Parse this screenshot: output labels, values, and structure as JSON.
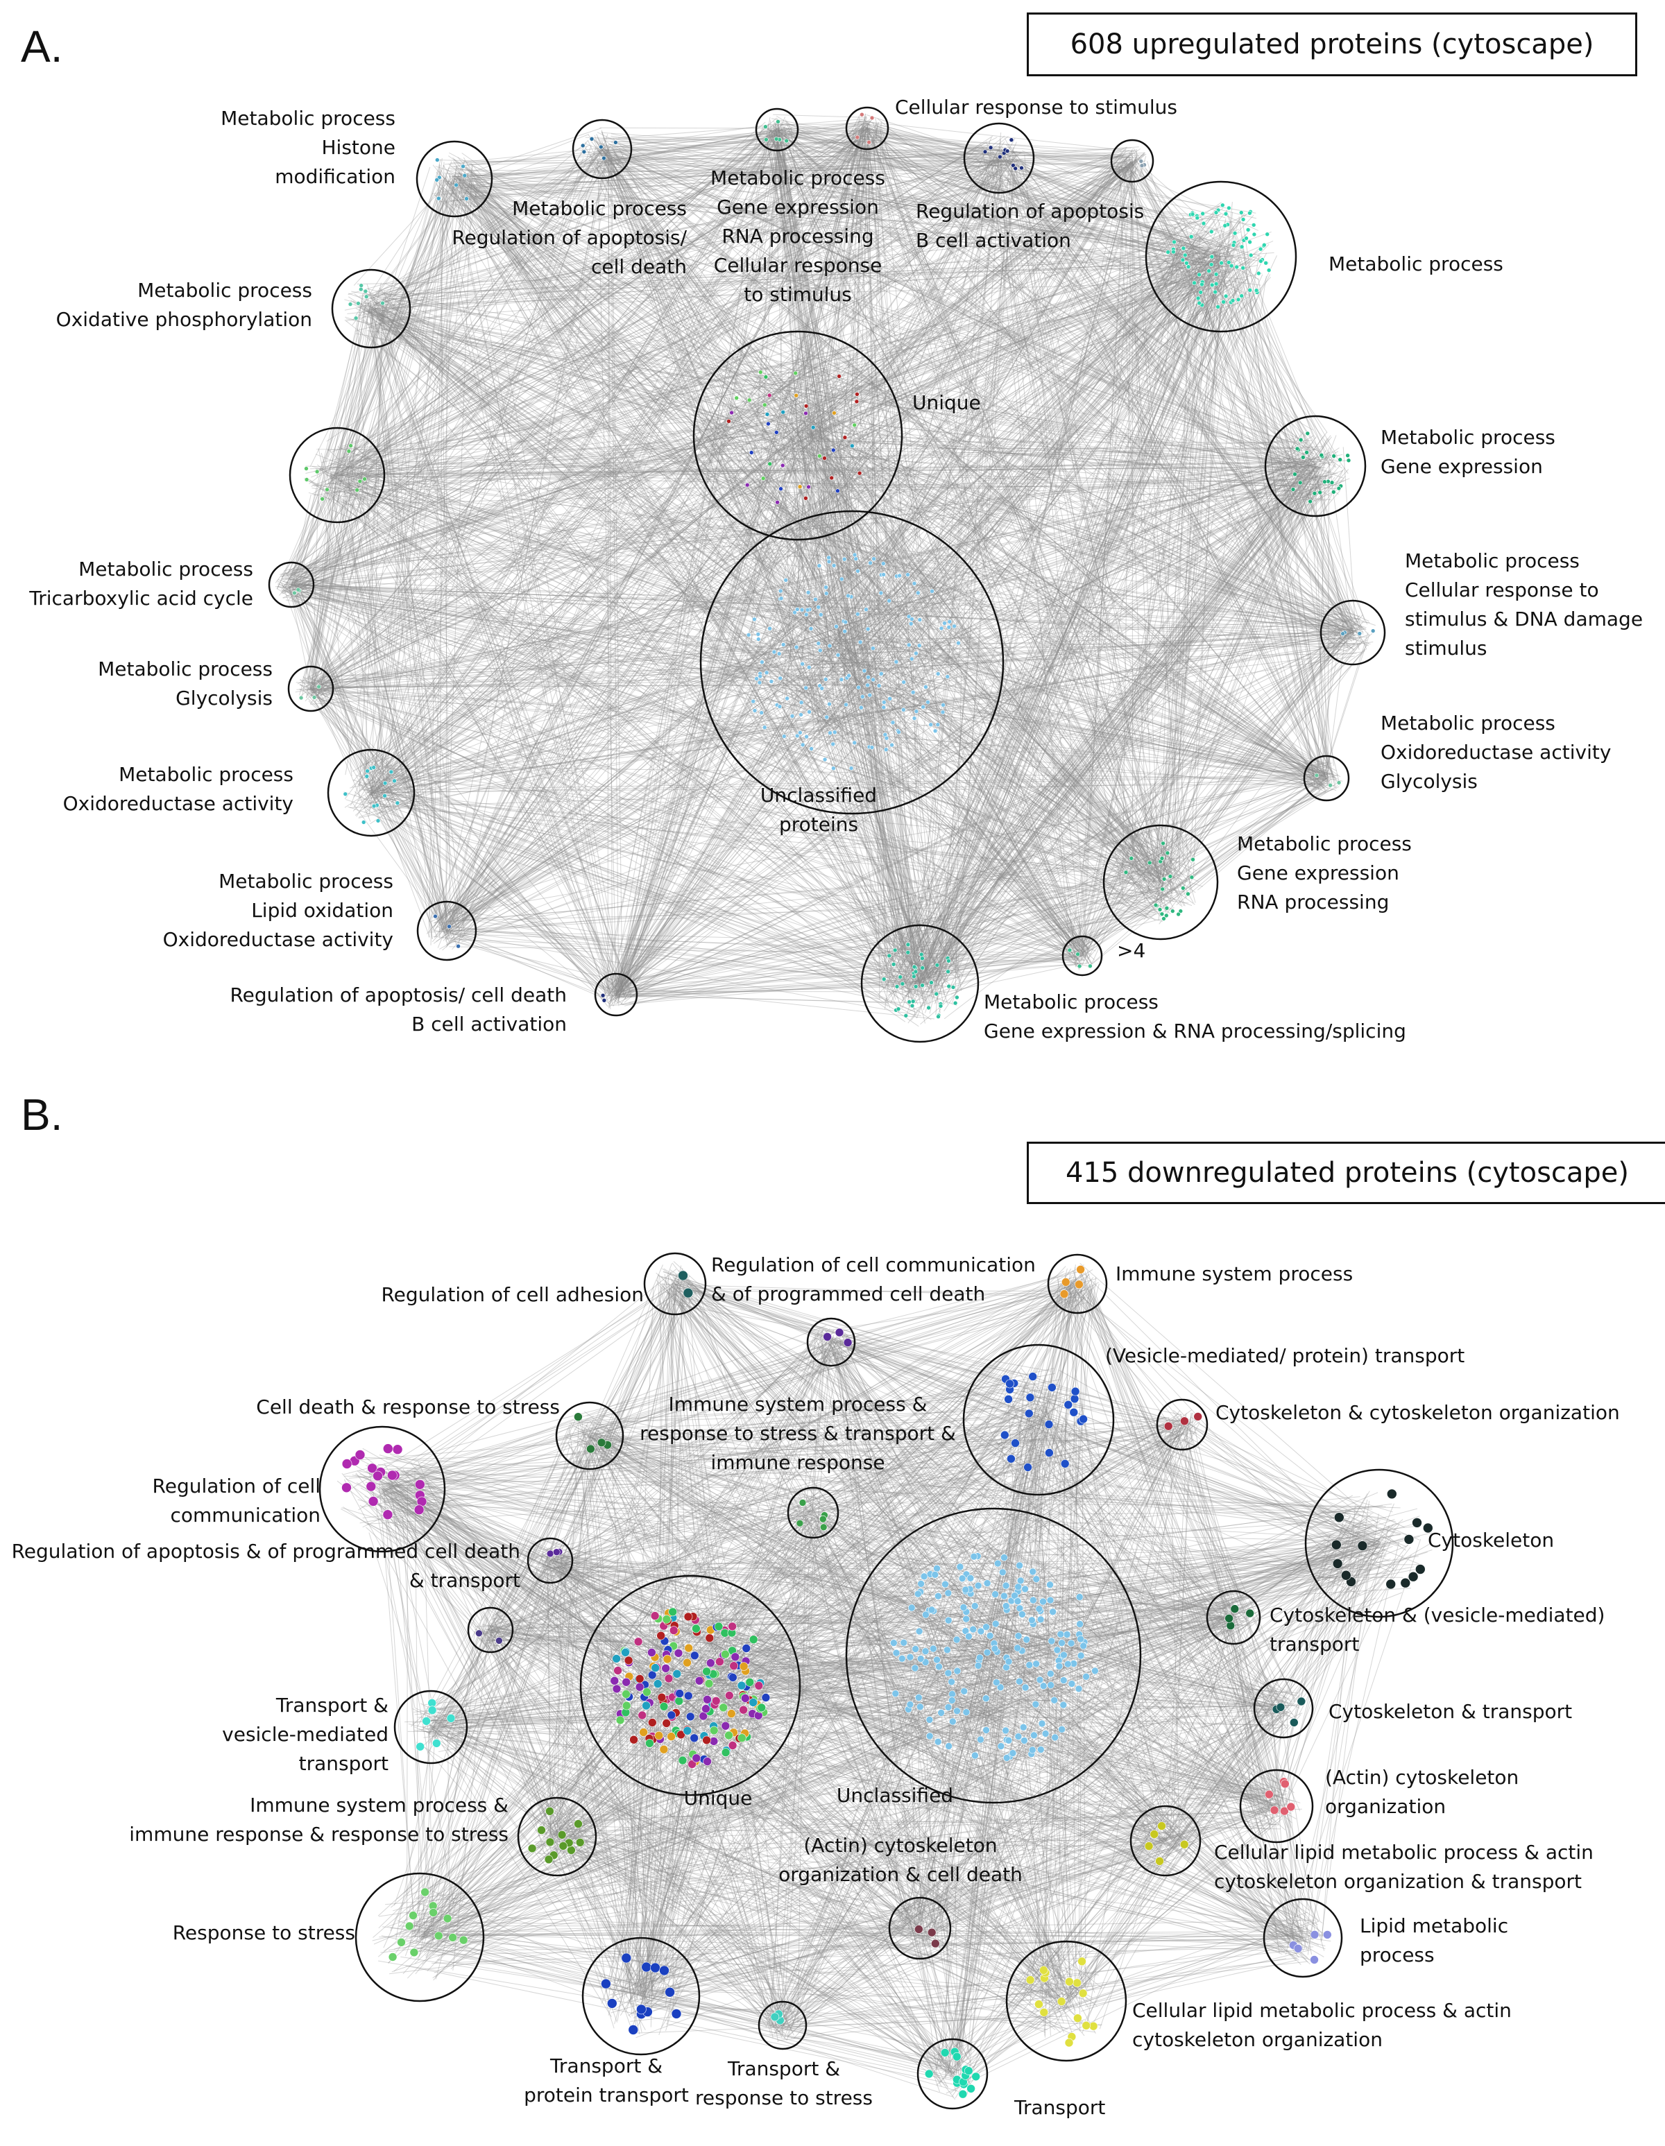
{
  "panels": [
    {
      "letter": "A.",
      "title": "608 upregulated proteins (cytoscape)",
      "clusters": [
        {
          "id": "metabolic-histone",
          "node_color": "#4aa8c9",
          "label": [
            "Metabolic process",
            "Histone",
            "modification"
          ]
        },
        {
          "id": "metabolic-apoptosis",
          "node_color": "#2c6f9e",
          "label": [
            "Metabolic process",
            "Regulation of apoptosis/",
            "cell death"
          ]
        },
        {
          "id": "metabolic-gene-rna",
          "node_color": "#3fbf8f",
          "label": [
            "Metabolic process",
            "Gene expression",
            "RNA processing",
            "Cellular response",
            "to stimulus"
          ]
        },
        {
          "id": "cellular-response",
          "node_color": "#d47a7a",
          "label": [
            "Cellular response to stimulus"
          ]
        },
        {
          "id": "apoptosis-bcell-top",
          "node_color": "#1f2f7a",
          "label": [
            "Regulation of apoptosis",
            "B cell activation"
          ]
        },
        {
          "id": "small-top-right",
          "node_color": "#8aa0b0",
          "label": []
        },
        {
          "id": "metabolic-large",
          "node_color": "#2fd6b0",
          "label": [
            "Metabolic process"
          ]
        },
        {
          "id": "metabolic-oxphos",
          "node_color": "#57c7a7",
          "label": [
            "Metabolic process",
            "Oxidative phosphorylation"
          ]
        },
        {
          "id": "unique",
          "node_color": "#3a6fb0",
          "label": [
            "Unique"
          ]
        },
        {
          "id": "metabolic-gene-right",
          "node_color": "#20b07a",
          "label": [
            "Metabolic process",
            "Gene expression"
          ]
        },
        {
          "id": "unlabeled-left",
          "node_color": "#5ec86a",
          "label": []
        },
        {
          "id": "metabolic-tca",
          "node_color": "#6cc6a0",
          "label": [
            "Metabolic process",
            "Tricarboxylic acid cycle"
          ]
        },
        {
          "id": "metabolic-dna",
          "node_color": "#5aa0c0",
          "label": [
            "Metabolic process",
            "Cellular response to",
            "stimulus & DNA damage",
            "stimulus"
          ]
        },
        {
          "id": "metabolic-glycolysis",
          "node_color": "#6cc6a0",
          "label": [
            "Metabolic process",
            "Glycolysis"
          ]
        },
        {
          "id": "unclassified",
          "node_color": "#7cc4ea",
          "label": [
            "Unclassified",
            "proteins"
          ]
        },
        {
          "id": "metabolic-oxido",
          "node_color": "#3fc0c8",
          "label": [
            "Metabolic process",
            "Oxidoreductase activity"
          ]
        },
        {
          "id": "metabolic-oxido-glyco",
          "node_color": "#6cc6a0",
          "label": [
            "Metabolic process",
            "Oxidoreductase activity",
            "Glycolysis"
          ]
        },
        {
          "id": "metabolic-gene-rna-right",
          "node_color": "#30b880",
          "label": [
            "Metabolic process",
            "Gene expression",
            "RNA processing"
          ]
        },
        {
          "id": "metabolic-lipid",
          "node_color": "#3a6fb0",
          "label": [
            "Metabolic process",
            "Lipid oxidation",
            "Oxidoreductase activity"
          ]
        },
        {
          "id": "gt4",
          "node_color": "#3fbf8f",
          "label": [
            ">4"
          ]
        },
        {
          "id": "apoptosis-bcell-bottom",
          "node_color": "#1f2f7a",
          "label": [
            "Regulation of apoptosis/ cell death",
            "B cell activation"
          ]
        },
        {
          "id": "metabolic-splicing",
          "node_color": "#2fc0a0",
          "label": [
            "Metabolic process",
            "Gene expression & RNA processing/splicing"
          ]
        }
      ]
    },
    {
      "letter": "B.",
      "title": "415 downregulated proteins (cytoscape)",
      "clusters": [
        {
          "id": "cell-adhesion",
          "node_color": "#1f5f5f",
          "label": [
            "Regulation of cell adhesion"
          ]
        },
        {
          "id": "cell-communication-death",
          "node_color": "#5a2a9a",
          "label": [
            "Regulation of cell communication",
            "& of programmed cell death"
          ]
        },
        {
          "id": "immune-system",
          "node_color": "#e89a2a",
          "label": [
            "Immune system process"
          ]
        },
        {
          "id": "vesicle-transport",
          "node_color": "#1f50c8",
          "label": [
            "(Vesicle-mediated/ protein) transport"
          ]
        },
        {
          "id": "cytoskeleton-org",
          "node_color": "#b03040",
          "label": [
            "Cytoskeleton & cytoskeleton organization"
          ]
        },
        {
          "id": "cell-death-stress",
          "node_color": "#2a7a3a",
          "label": [
            "Cell death & response to stress"
          ]
        },
        {
          "id": "immune-stress-transport",
          "node_color": "#3aa04a",
          "label": [
            "Immune system process &",
            "response to stress & transport &",
            "immune response"
          ]
        },
        {
          "id": "regulation-communication",
          "node_color": "#b02ab0",
          "label": [
            "Regulation of cell",
            "communication"
          ]
        },
        {
          "id": "cytoskeleton",
          "node_color": "#1a2a2a",
          "label": [
            "Cytoskeleton"
          ]
        },
        {
          "id": "apoptosis-transport",
          "node_color": "#5a2a9a",
          "label": [
            "Regulation of apoptosis & of programmed cell death",
            "& transport"
          ]
        },
        {
          "id": "small-mid-left",
          "node_color": "#4a3a8a",
          "label": []
        },
        {
          "id": "cytoskeleton-vesicle",
          "node_color": "#1a6a3a",
          "label": [
            "Cytoskeleton & (vesicle-mediated)",
            "transport"
          ]
        },
        {
          "id": "unique-b",
          "node_color": "#c03080",
          "label": [
            "Unique"
          ]
        },
        {
          "id": "unclassified-b",
          "node_color": "#7cc4ea",
          "label": [
            "Unclassified"
          ]
        },
        {
          "id": "cytoskeleton-transport",
          "node_color": "#1a5a5a",
          "label": [
            "Cytoskeleton & transport"
          ]
        },
        {
          "id": "transport-vesicle",
          "node_color": "#40e0d0",
          "label": [
            "Transport &",
            "vesicle-mediated",
            "transport"
          ]
        },
        {
          "id": "actin-cytoskeleton",
          "node_color": "#e06070",
          "label": [
            "(Actin) cytoskeleton",
            "organization"
          ]
        },
        {
          "id": "immune-response-stress",
          "node_color": "#5a9a2a",
          "label": [
            "Immune system process &",
            "immune response & response to stress"
          ]
        },
        {
          "id": "lipid-actin-transport",
          "node_color": "#c8c820",
          "label": [
            "Cellular lipid metabolic process & actin",
            "cytoskeleton organization & transport"
          ]
        },
        {
          "id": "actin-cell-death",
          "node_color": "#7a3a4a",
          "label": [
            "(Actin) cytoskeleton",
            "organization & cell death"
          ]
        },
        {
          "id": "response-stress",
          "node_color": "#6ad06a",
          "label": [
            "Response to stress"
          ]
        },
        {
          "id": "lipid-metabolic",
          "node_color": "#8a90e0",
          "label": [
            "Lipid metabolic",
            "process"
          ]
        },
        {
          "id": "transport-protein",
          "node_color": "#1a40c0",
          "label": [
            "Transport &",
            "protein transport"
          ]
        },
        {
          "id": "transport-stress",
          "node_color": "#40d0c0",
          "label": [
            "Transport &",
            "response to stress"
          ]
        },
        {
          "id": "lipid-actin",
          "node_color": "#e0e040",
          "label": [
            "Cellular lipid metabolic process & actin",
            "cytoskeleton organization"
          ]
        },
        {
          "id": "transport",
          "node_color": "#20d8b0",
          "label": [
            "Transport"
          ]
        }
      ]
    }
  ]
}
